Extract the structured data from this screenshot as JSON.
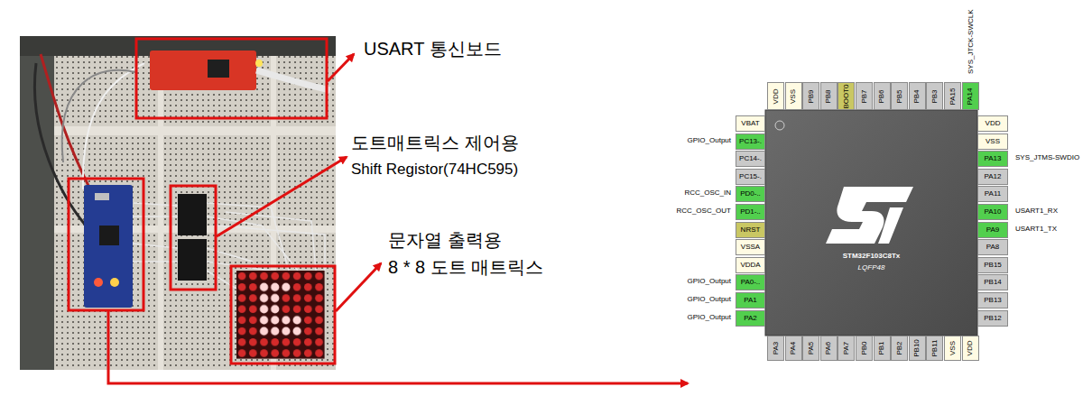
{
  "diagram": {
    "nodes": [
      {
        "text": [
          "STM32F103C8Tx",
          "LQFP48"
        ]
      },
      {
        "text": [
          "VDD"
        ]
      },
      {
        "text": [
          "VSS"
        ]
      },
      {
        "text": [
          "PB9"
        ]
      },
      {
        "text": [
          "PB8"
        ]
      },
      {
        "text": [
          "BOOT0"
        ]
      },
      {
        "text": [
          "PB7"
        ]
      },
      {
        "text": [
          "PB6"
        ]
      },
      {
        "text": [
          "PB5"
        ]
      },
      {
        "text": [
          "PB4"
        ]
      },
      {
        "text": [
          "PB3"
        ]
      },
      {
        "text": [
          "PA15"
        ]
      },
      {
        "text": [
          "PA14"
        ]
      },
      {
        "text": [
          "VBAT"
        ]
      },
      {
        "text": [
          "PC13-."
        ]
      },
      {
        "text": [
          "PC14-."
        ]
      },
      {
        "text": [
          "PC15-."
        ]
      },
      {
        "text": [
          "PD0-.."
        ]
      },
      {
        "text": [
          "PD1-.."
        ]
      },
      {
        "text": [
          "NRST"
        ]
      },
      {
        "text": [
          "VSSA"
        ]
      },
      {
        "text": [
          "VDDA"
        ]
      },
      {
        "text": [
          "PA0-.."
        ]
      },
      {
        "text": [
          "PA1"
        ]
      },
      {
        "text": [
          "PA2"
        ]
      },
      {
        "text": [
          "VDD"
        ]
      },
      {
        "text": [
          "VSS"
        ]
      },
      {
        "text": [
          "PA13"
        ]
      },
      {
        "text": [
          "PA12"
        ]
      },
      {
        "text": [
          "PA11"
        ]
      },
      {
        "text": [
          "PA10"
        ]
      },
      {
        "text": [
          "PA9"
        ]
      },
      {
        "text": [
          "PA8"
        ]
      },
      {
        "text": [
          "PB15"
        ]
      },
      {
        "text": [
          "PB14"
        ]
      },
      {
        "text": [
          "PB13"
        ]
      },
      {
        "text": [
          "PB12"
        ]
      },
      {
        "text": [
          "PA3"
        ]
      },
      {
        "text": [
          "PA4"
        ]
      },
      {
        "text": [
          "PA5"
        ]
      },
      {
        "text": [
          "PA6"
        ]
      },
      {
        "text": [
          "PA7"
        ]
      },
      {
        "text": [
          "PB0"
        ]
      },
      {
        "text": [
          "PB1"
        ]
      },
      {
        "text": [
          "PB2"
        ]
      },
      {
        "text": [
          "PB10"
        ]
      },
      {
        "text": [
          "PB11"
        ]
      },
      {
        "text": [
          "VSS"
        ]
      },
      {
        "text": [
          "VDD"
        ]
      }
    ],
    "labels": [
      "USART 통신보드",
      "도트매트릭스 제어용",
      "Shift Registor(74HC595)",
      "문자열 출력용",
      "8 * 8 도트 매트릭스",
      "SYS_JTCK-SWCLK",
      "GPIO_Output",
      "RCC_OSC_IN",
      "RCC_OSC_OUT",
      "GPIO_Output",
      "GPIO_Output",
      "GPIO_Output",
      "SYS_JTMS-SWDIO",
      "USART1_RX",
      "USART1_TX"
    ]
  }
}
